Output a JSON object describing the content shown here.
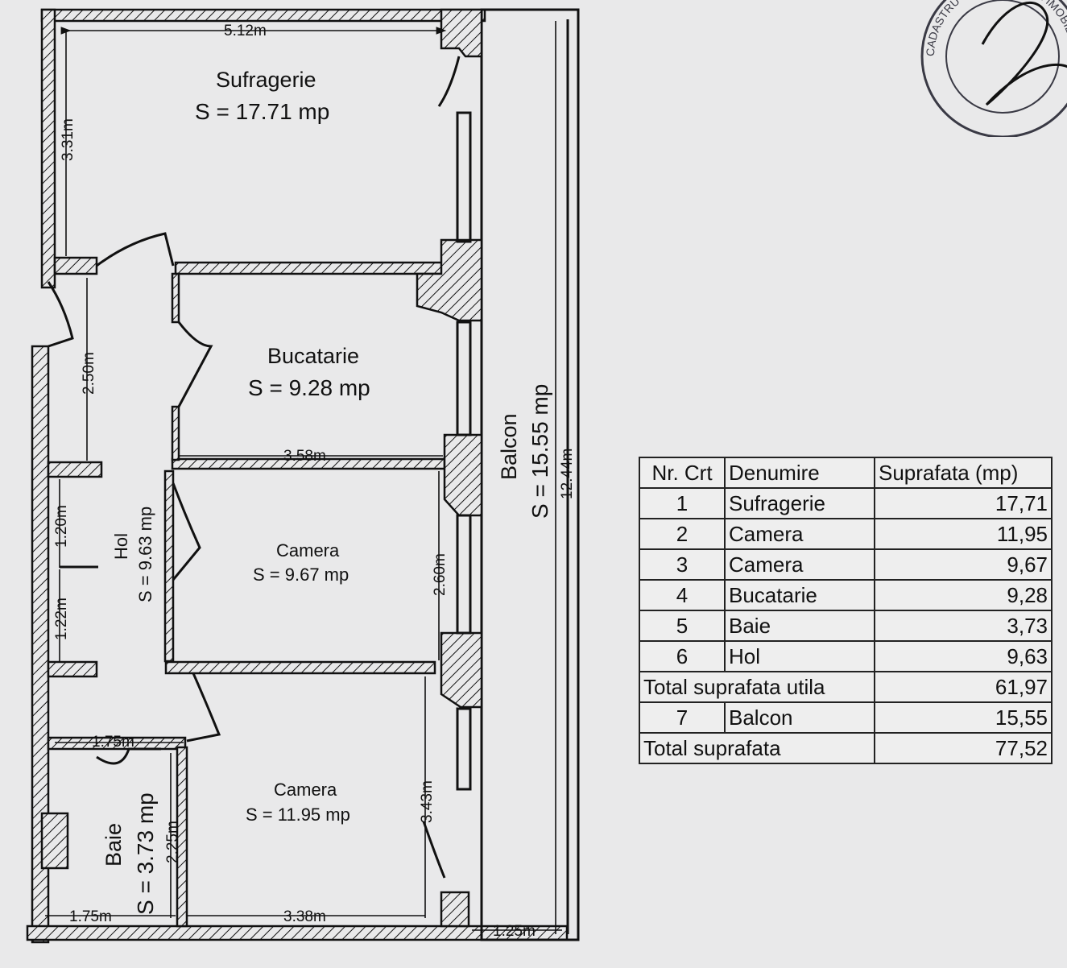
{
  "rooms": {
    "sufragerie": {
      "name": "Sufragerie",
      "area": "S =  17.71 mp"
    },
    "bucatarie": {
      "name": "Bucatarie",
      "area": "S =  9.28 mp"
    },
    "camera_small": {
      "name": "Camera",
      "area": "S = 9.67 mp"
    },
    "camera_large": {
      "name": "Camera",
      "area": "S =  11.95 mp"
    },
    "hol": {
      "name": "Hol",
      "area": "S = 9.63 mp"
    },
    "baie": {
      "name": "Baie",
      "area": "S = 3.73 mp"
    },
    "balcon": {
      "name": "Balcon",
      "area": "S = 15.55 mp"
    }
  },
  "dimensions": {
    "top_width": "5.12m",
    "sufragerie_height": "3.31m",
    "hol_upper": "2.50m",
    "hol_mid": "1.20m",
    "hol_lower": "1.22m",
    "bucatarie_width": "3.58m",
    "camera_small_height": "2.60m",
    "balcon_length": "12.44m",
    "baie_top_width": "1.75m",
    "baie_height": "2.25m",
    "camera_large_height": "3.43m",
    "baie_bottom_width": "1.75m",
    "camera_large_width": "3.38m",
    "balcon_width": "1.25m"
  },
  "table": {
    "headers": [
      "Nr. Crt",
      "Denumire",
      "Suprafata (mp)"
    ],
    "rows": [
      {
        "nr": "1",
        "name": "Sufragerie",
        "area": "17,71"
      },
      {
        "nr": "2",
        "name": "Camera",
        "area": "11,95"
      },
      {
        "nr": "3",
        "name": "Camera",
        "area": "9,67"
      },
      {
        "nr": "4",
        "name": "Bucatarie",
        "area": "9,28"
      },
      {
        "nr": "5",
        "name": "Baie",
        "area": "3,73"
      },
      {
        "nr": "6",
        "name": "Hol",
        "area": "9,63"
      }
    ],
    "total_utila": {
      "label": "Total suprafata utila",
      "area": "61,97"
    },
    "balcon_row": {
      "nr": "7",
      "name": "Balcon",
      "area": "15,55"
    },
    "total": {
      "label": "Total suprafata",
      "area": "77,52"
    }
  },
  "stamp": {
    "text": "CADASTRU SI PUBLICITATE IMOBILIARA"
  }
}
